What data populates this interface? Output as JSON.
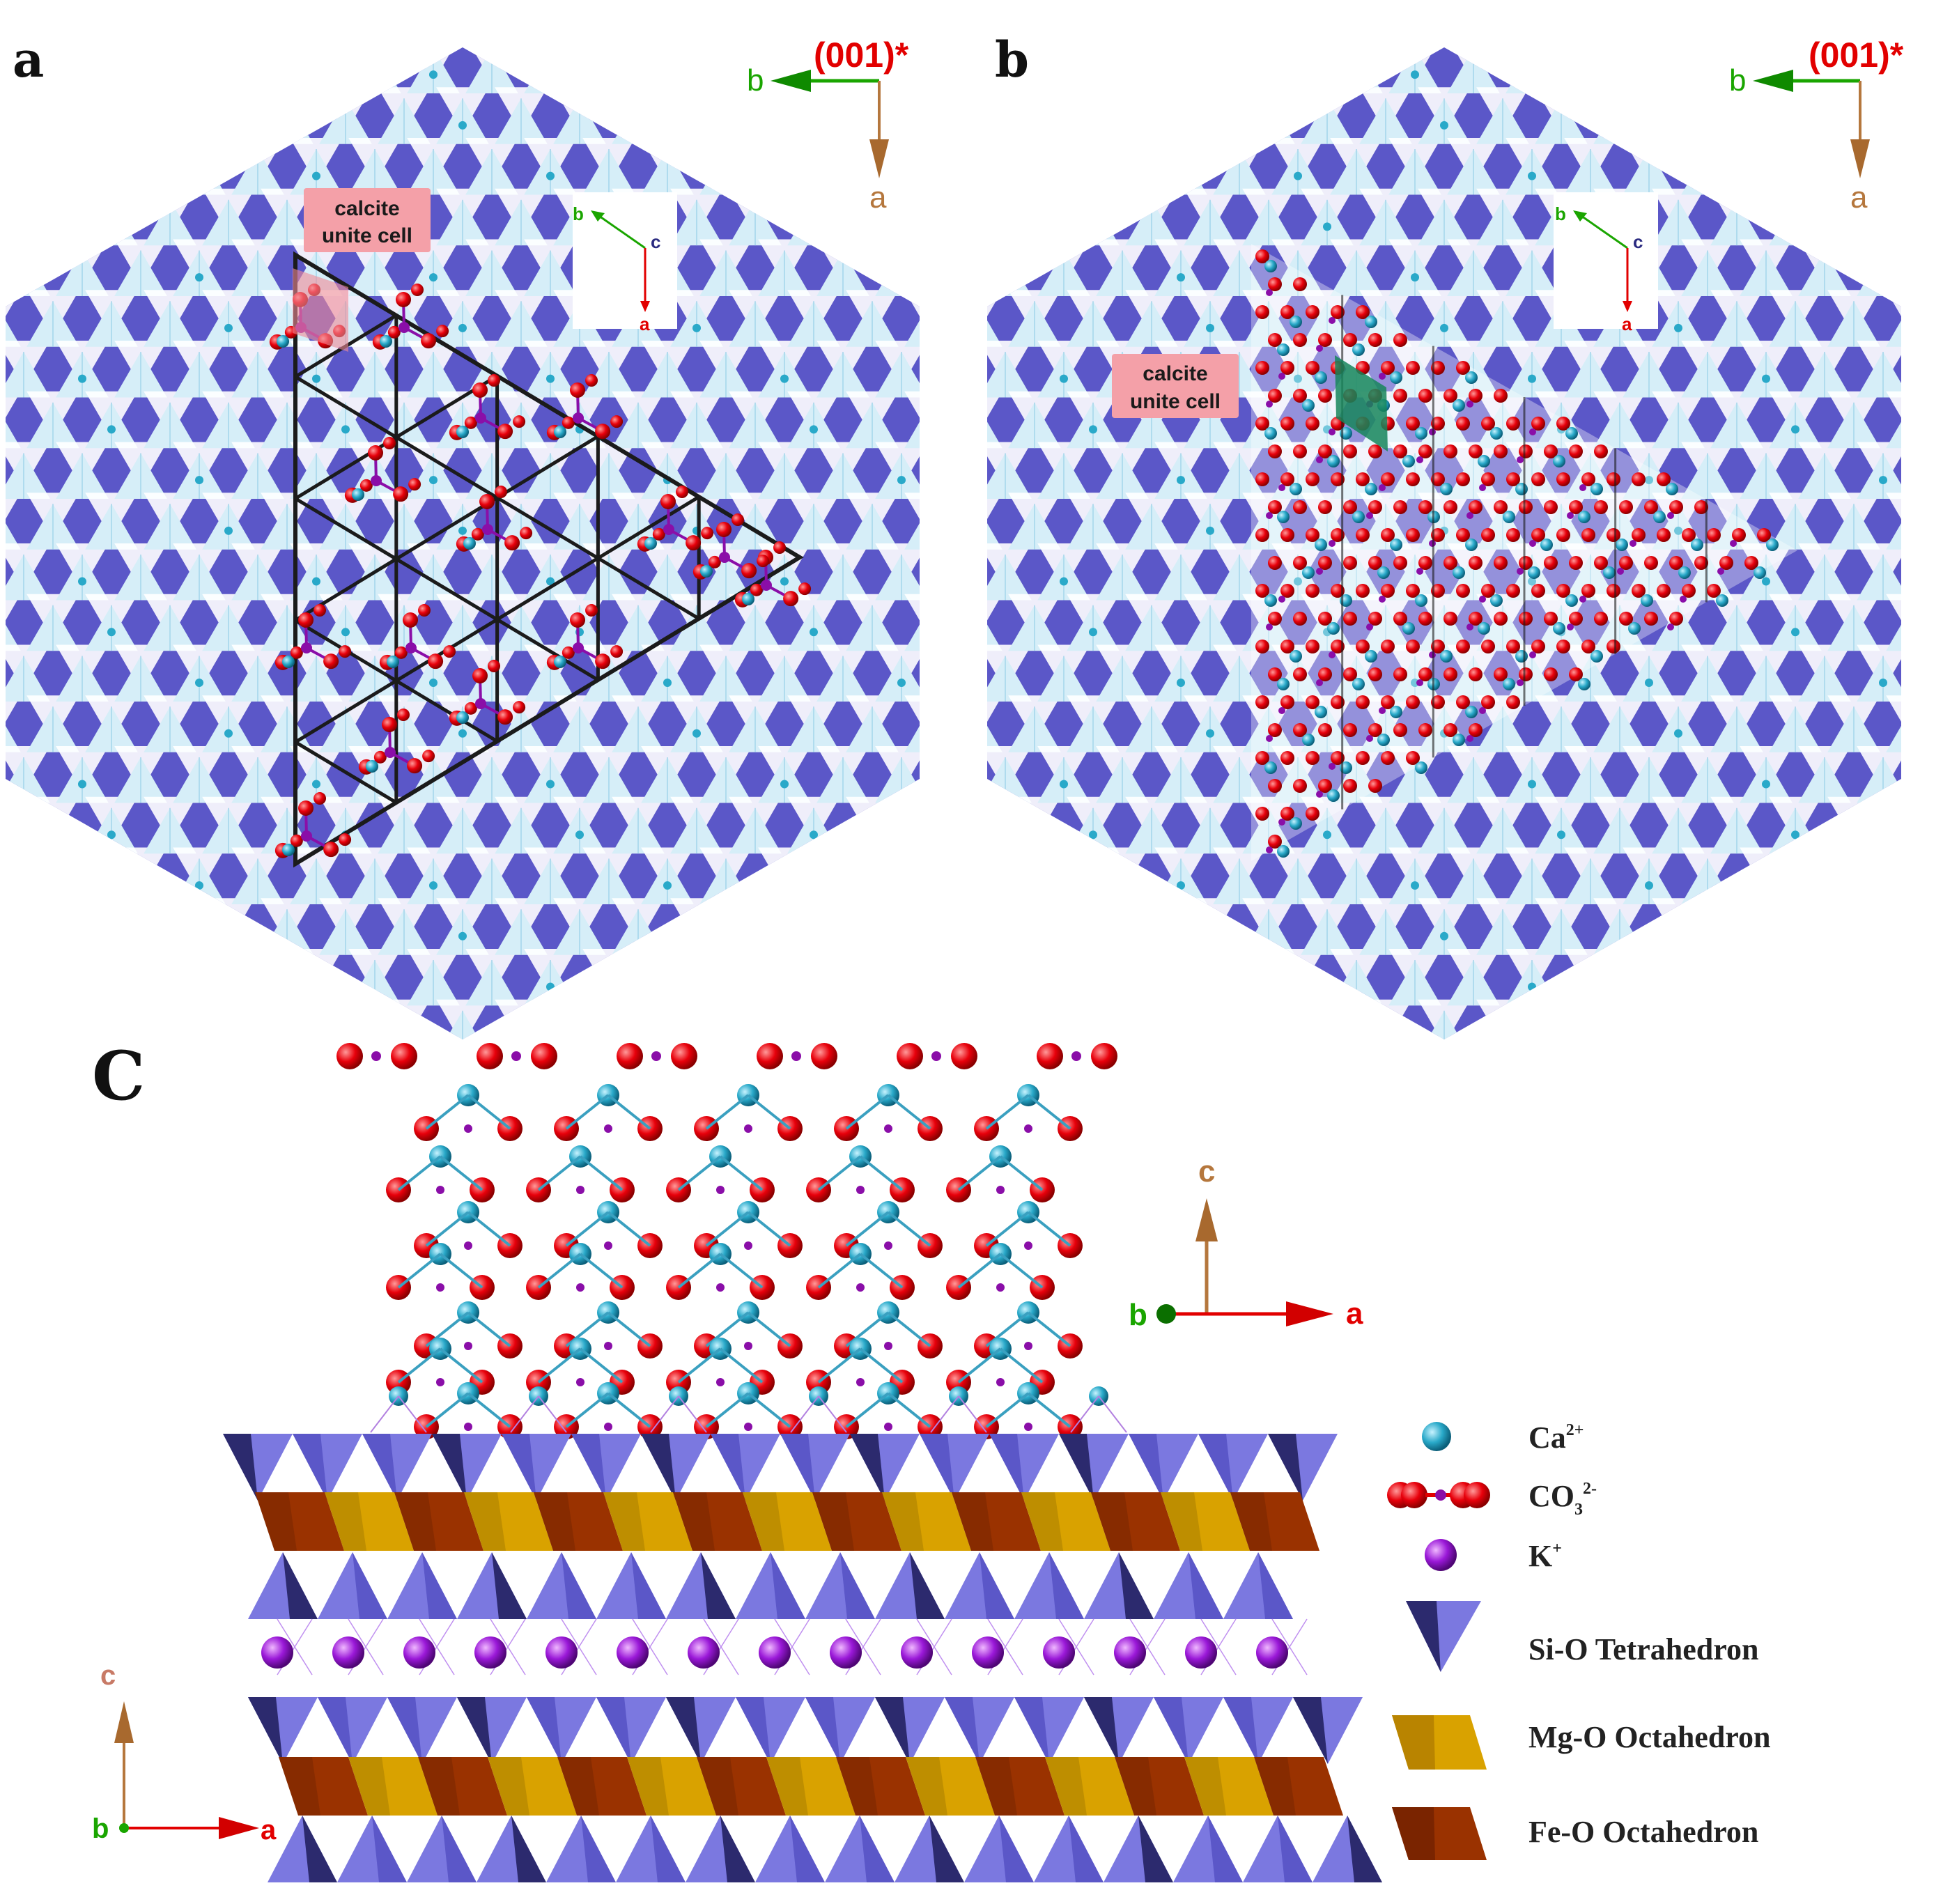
{
  "panels": {
    "a": {
      "letter": "a",
      "reciprocal_label": "(001)*",
      "axis_b": "b",
      "axis_a": "a",
      "inset_b": "b",
      "inset_c": "c",
      "inset_a": "a",
      "callout_line1": "calcite",
      "callout_line2": "unite cell"
    },
    "b": {
      "letter": "b",
      "reciprocal_label": "(001)*",
      "axis_b": "b",
      "axis_a": "a",
      "inset_b": "b",
      "inset_c": "c",
      "inset_a": "a",
      "callout_line1": "calcite",
      "callout_line2": "unite cell"
    },
    "c": {
      "letter": "C",
      "axis_top_c": "c",
      "axis_top_b": "b",
      "axis_top_a": "a",
      "axis_bottom_c": "c",
      "axis_bottom_b": "b",
      "axis_bottom_a": "a"
    }
  },
  "legend": [
    {
      "symbol": "ca-ion",
      "label": "Ca",
      "sup": "2+",
      "sub": ""
    },
    {
      "symbol": "carbonate",
      "label": "CO",
      "sub": "3",
      "sup": "2-"
    },
    {
      "symbol": "k-ion",
      "label": "K",
      "sup": "+",
      "sub": ""
    },
    {
      "symbol": "si-tetrahedron",
      "label": "Si-O Tetrahedron",
      "sup": "",
      "sub": ""
    },
    {
      "symbol": "mg-octahedron",
      "label": "Mg-O Octahedron",
      "sup": "",
      "sub": ""
    },
    {
      "symbol": "fe-octahedron",
      "label": "Fe-O Octahedron",
      "sup": "",
      "sub": ""
    }
  ],
  "colors": {
    "tetrahedron": "#5b57c8",
    "tetrahedron_dark": "#2c2a6e",
    "tetrahedron_light": "#7b78e0",
    "hexfill": "#d6eef8",
    "calcium": "#29a9c9",
    "oxygen": "#e8000b",
    "carbon": "#8a0ea8",
    "potassium": "#9a18d8",
    "mg_octahedron": "#d9a200",
    "fe_octahedron": "#9a3200",
    "axis_red": "#e20000",
    "axis_green": "#1aa500",
    "axis_bronze": "#b5773d",
    "callout": "#f4a0a8",
    "unit_cell_b": "#16855a"
  }
}
